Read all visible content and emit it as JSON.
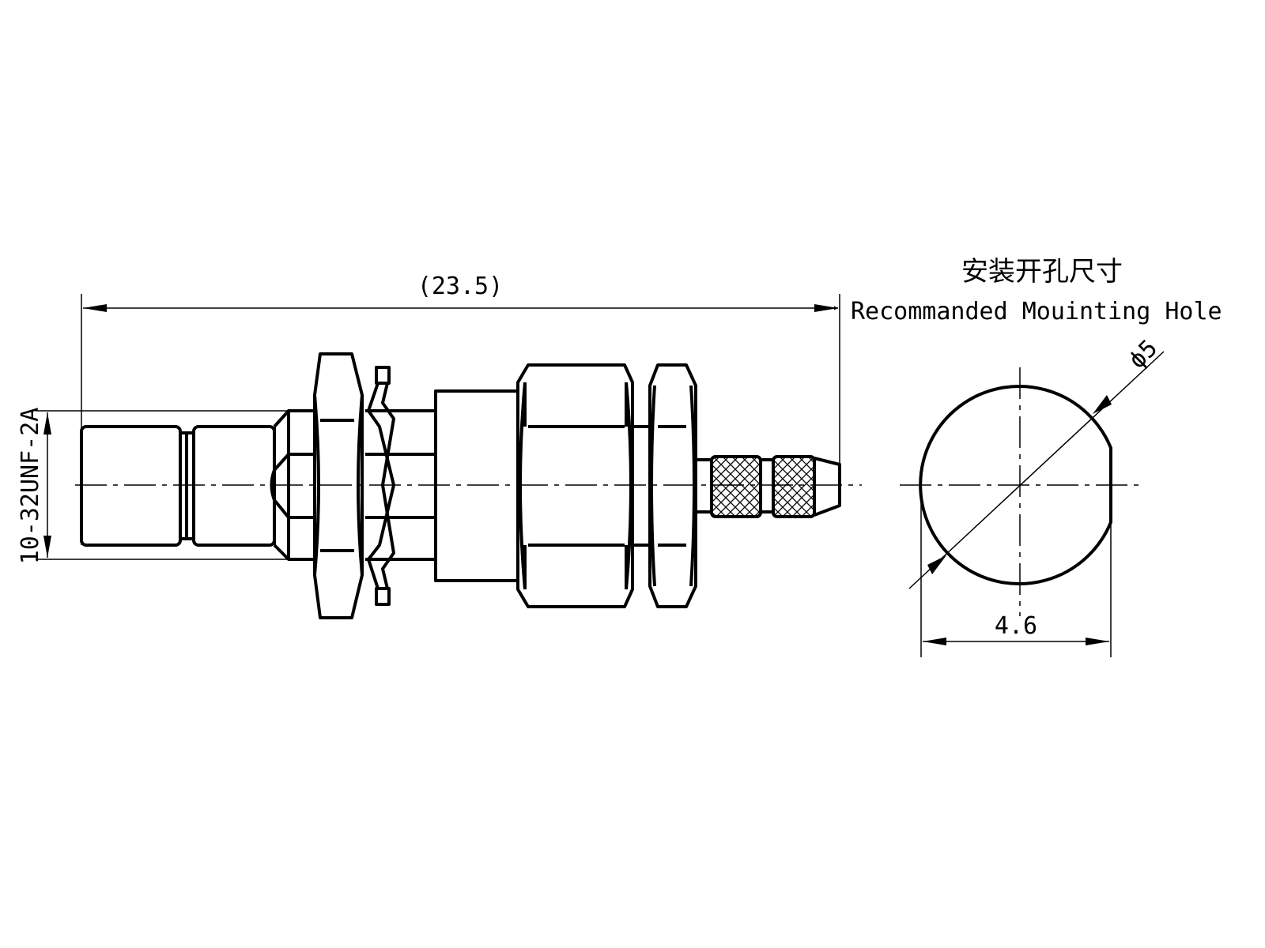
{
  "drawing": {
    "overall_length_dim": "(23.5)",
    "thread_spec": "10-32UNF-2A",
    "hole_title_cn": "安装开孔尺寸",
    "hole_title_en": "Recommanded Mouinting Hole",
    "hole_diameter_dim": "ϕ5",
    "hole_flat_width_dim": "4.6"
  }
}
